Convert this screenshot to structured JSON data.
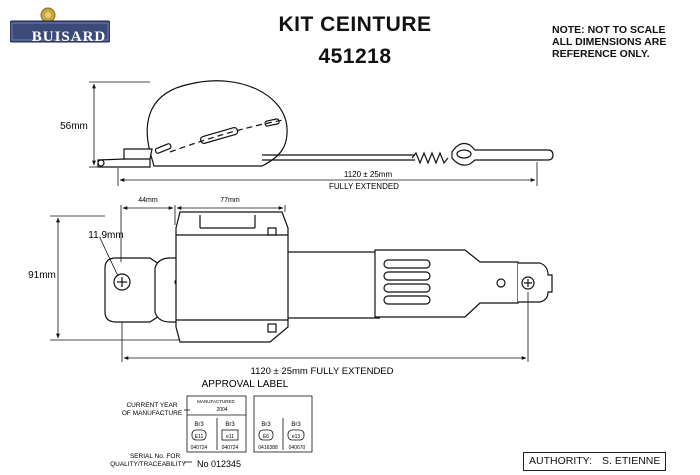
{
  "logo": {
    "text": "BUISARD",
    "mark": "brand-crest"
  },
  "title": {
    "line1": "KIT CEINTURE",
    "line2": "451218"
  },
  "note": [
    "NOTE: NOT TO SCALE",
    "ALL DIMENSIONS ARE",
    "REFERENCE ONLY."
  ],
  "side_view": {
    "height_dim": "56mm",
    "length_dim_line1": "1120 ± 25mm",
    "length_dim_line2": "FULLY EXTENDED"
  },
  "top_view": {
    "dim_44": "44mm",
    "dim_77": "77mm",
    "dim_hole": "11.9mm",
    "dim_height": "91mm",
    "dim_length": "1120 ± 25mm FULLY EXTENDED"
  },
  "approval": {
    "heading": "APPROVAL LABEL",
    "current_year_line1": "CURRENT YEAR",
    "current_year_line2": "OF MANUFACTURE",
    "manufactured_label": "MANUFACTURED",
    "year": "2004",
    "serial_line1": "SERIAL No. FOR",
    "serial_line2": "QUALITY/TRACEABILITY",
    "serial_value": "No 012345",
    "marks": [
      {
        "class": "Br3",
        "emark": "E11",
        "number": "040724"
      },
      {
        "class": "Br3",
        "emark": "e11",
        "number": "040724"
      },
      {
        "class": "Br3",
        "emark": "E6",
        "number": "0416388"
      },
      {
        "class": "Br3",
        "emark": "e13",
        "number": "040670"
      }
    ]
  },
  "authority": {
    "label": "AUTHORITY:",
    "value": "S. ETIENNE"
  }
}
